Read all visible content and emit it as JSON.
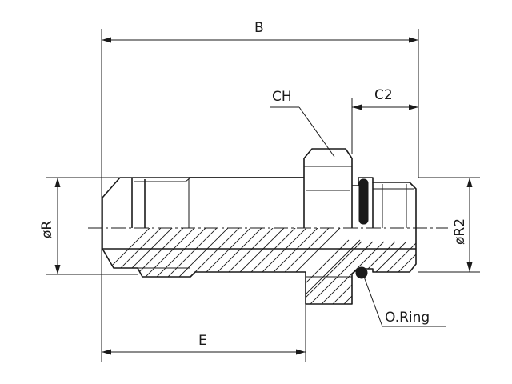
{
  "labels": {
    "length_total": "B",
    "hex_size": "CH",
    "o_ring_side_length": "C2",
    "thread_diameter": "øR",
    "o_ring_thread_diameter": "øR2",
    "thread_length": "E",
    "o_ring": "O.Ring"
  }
}
